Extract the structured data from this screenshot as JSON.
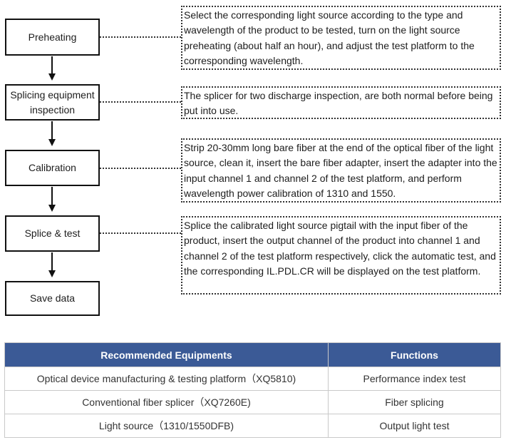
{
  "flowchart": {
    "steps": [
      {
        "label": "Preheating",
        "description": "Select the corresponding light source according to the type and wavelength of the product to be tested, turn on the light source preheating (about half an hour), and adjust the test platform to the corresponding wavelength."
      },
      {
        "label": "Splicing equipment inspection",
        "description": "The splicer for two discharge inspection, are both normal before being put into use."
      },
      {
        "label": "Calibration",
        "description": "Strip 20-30mm long bare fiber at the end of the optical fiber of the light source, clean it, insert the bare fiber adapter, insert the adapter into the input channel 1 and channel 2 of the test platform, and perform wavelength power calibration of 1310 and 1550."
      },
      {
        "label": "Splice & test",
        "description": "Splice the calibrated light source pigtail with the input fiber of the product, insert the output channel of the product into channel 1 and channel 2 of the test platform respectively, click the automatic test, and the corresponding IL.PDL.CR will be displayed on the test platform."
      },
      {
        "label": "Save data"
      }
    ]
  },
  "table": {
    "headers": [
      "Recommended Equipments",
      "Functions"
    ],
    "rows": [
      [
        "Optical device manufacturing & testing platform（XQ5810)",
        "Performance index test"
      ],
      [
        "Conventional fiber splicer（XQ7260E)",
        "Fiber splicing"
      ],
      [
        "Light source（1310/1550DFB)",
        "Output light test"
      ]
    ]
  },
  "colors": {
    "header_bg": "#3b5a96",
    "header_text": "#ffffff",
    "border": "#c9c9c9"
  }
}
